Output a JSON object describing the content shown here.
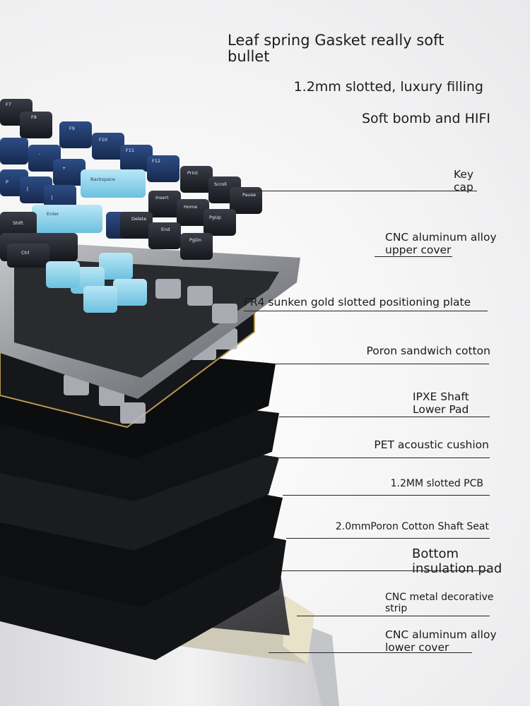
{
  "headlines": {
    "line1": "Leaf spring Gasket really soft bullet",
    "line2": "1.2mm slotted, luxury filling",
    "line3": "Soft bomb and HIFI"
  },
  "layers": [
    {
      "key": "keycap",
      "label": "Key\ncap"
    },
    {
      "key": "upper_cover",
      "label": "CNC aluminum alloy\nupper cover"
    },
    {
      "key": "plate",
      "label": "FR4 sunken gold slotted positioning plate"
    },
    {
      "key": "poron_sandwich",
      "label": "Poron sandwich cotton"
    },
    {
      "key": "ixpe_pad",
      "label": "IPXE Shaft\nLower Pad"
    },
    {
      "key": "pet_cushion",
      "label": "PET acoustic cushion"
    },
    {
      "key": "pcb",
      "label": "1.2MM slotted PCB"
    },
    {
      "key": "shaft_seat",
      "label": "2.0mmPoron Cotton Shaft Seat"
    },
    {
      "key": "bottom_pad",
      "label": "Bottom\ninsulation pad"
    },
    {
      "key": "strip",
      "label": "CNC metal decorative\nstrip"
    },
    {
      "key": "lower_cover",
      "label": "CNC aluminum alloy\nlower cover"
    }
  ],
  "keycaps": [
    "F7",
    "F8",
    "F9",
    "F10",
    "F11",
    "F12",
    "Print",
    "Scroll",
    "Pause",
    "Backspace",
    "Insert",
    "Home",
    "PgUp",
    "Enter",
    "Delete",
    "End",
    "PgDn",
    "Shift",
    "Ctrl",
    "P",
    "[",
    "]",
    "+",
    "-"
  ],
  "colors": {
    "keycap_navy": "#1f3866",
    "keycap_black": "#23262f",
    "keycap_ice": "#8fd2ea",
    "aluminum": "#9a9ca1",
    "plate_black": "#111214",
    "gold_trim": "#b79a52"
  }
}
